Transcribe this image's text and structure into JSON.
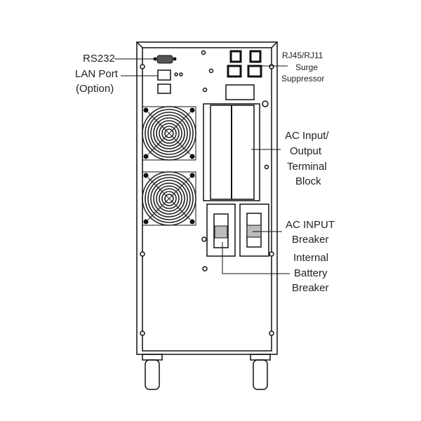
{
  "labels": {
    "rs232": "RS232",
    "lan_port": "LAN Port",
    "lan_option": "(Option)",
    "rj45": "RJ45/RJ11",
    "surge1": "Surge",
    "surge2": "Suppressor",
    "ac_io1": "AC Input/",
    "ac_io2": "Output",
    "ac_io3": "Terminal",
    "ac_io4": "Block",
    "ac_in1": "AC INPUT",
    "ac_in2": "Breaker",
    "batt1": "Internal",
    "batt2": "Battery",
    "batt3": "Breaker"
  }
}
